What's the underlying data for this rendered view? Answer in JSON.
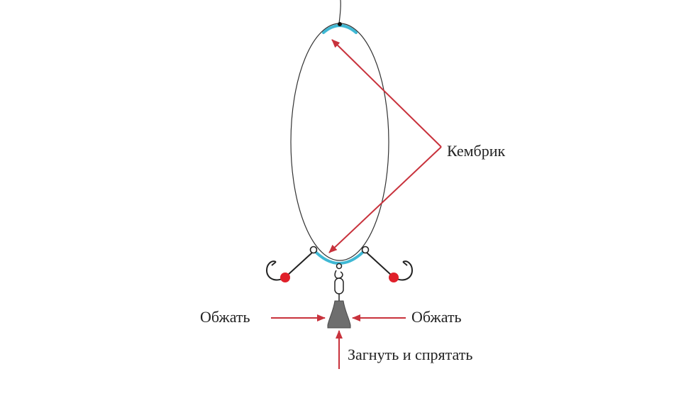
{
  "labels": {
    "kembrik": "Кембрик",
    "obzhat_left": "Обжать",
    "obzhat_right": "Обжать",
    "zagnut": "Загнуть и спрятать"
  },
  "colors": {
    "line": "#333333",
    "kembrik_tube": "#3fb8d4",
    "arrow": "#c8323c",
    "bead": "#e0202a",
    "sinker": "#6e6e6e"
  }
}
